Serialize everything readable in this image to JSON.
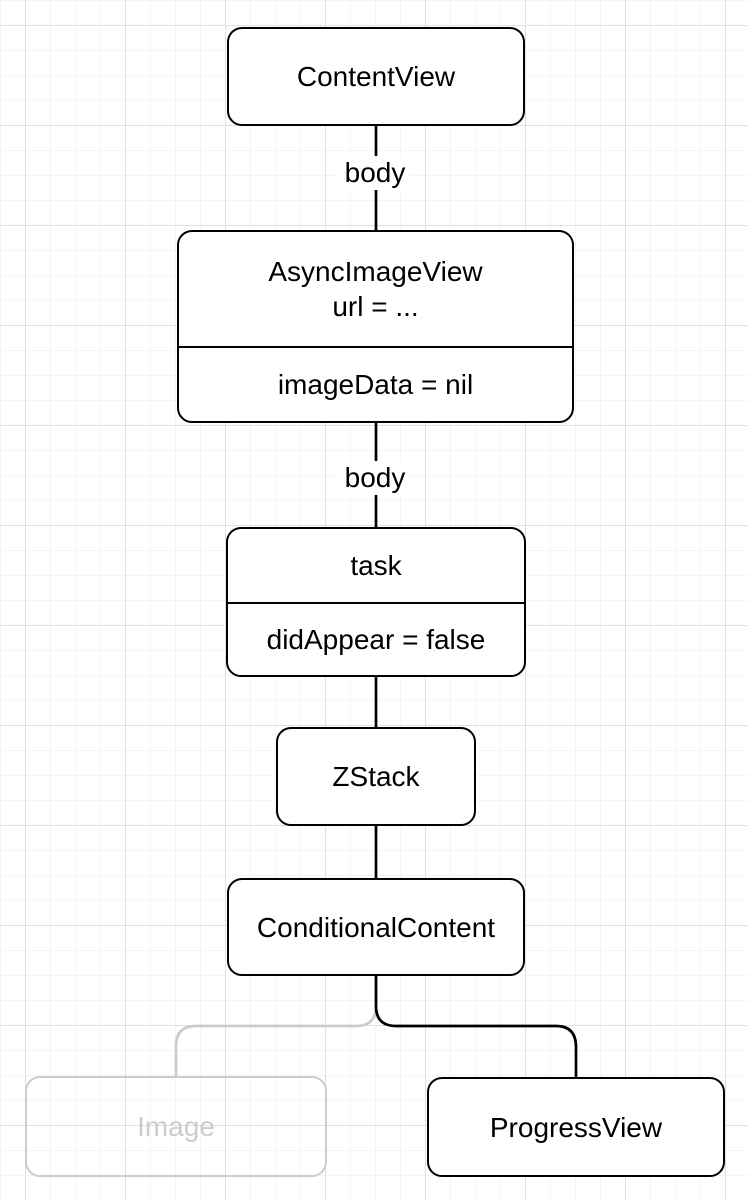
{
  "diagram": {
    "type": "view-hierarchy-tree",
    "colors": {
      "background": "#ffffff",
      "grid_minor": "#f4f4f4",
      "grid_major": "#dfdfdf",
      "node_fill": "#ffffff",
      "node_border": "#000000",
      "text": "#000000",
      "edge": "#000000",
      "muted": "#cccccc"
    },
    "nodes": {
      "content_view": {
        "title": "ContentView"
      },
      "async_image_view": {
        "title": "AsyncImageView",
        "subtitle": "url = ...",
        "state": "imageData = nil"
      },
      "task": {
        "title": "task",
        "state": "didAppear = false"
      },
      "zstack": {
        "title": "ZStack"
      },
      "conditional_content": {
        "title": "ConditionalContent"
      },
      "image": {
        "title": "Image",
        "muted": true
      },
      "progress_view": {
        "title": "ProgressView"
      }
    },
    "edges": {
      "content_to_async": {
        "label": "body"
      },
      "async_to_task": {
        "label": "body"
      },
      "task_to_zstack": {
        "label": ""
      },
      "zstack_to_conditional": {
        "label": ""
      },
      "conditional_to_image": {
        "label": "",
        "muted": true
      },
      "conditional_to_progress": {
        "label": ""
      }
    }
  }
}
